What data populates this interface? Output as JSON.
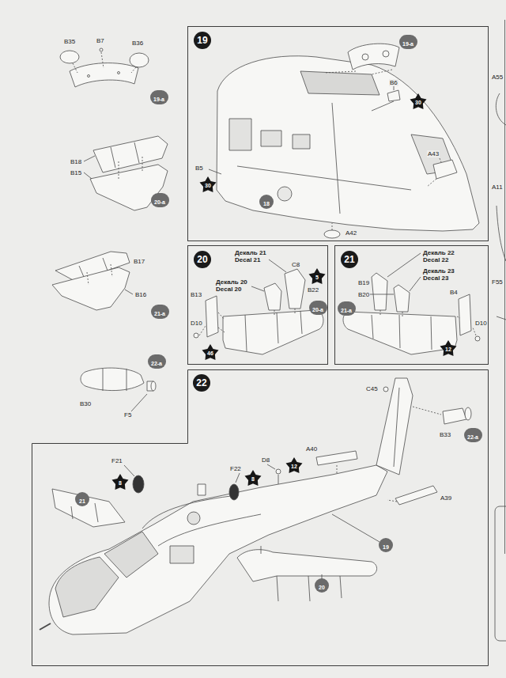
{
  "diagram": {
    "nodes": [
      {
        "text": [
          "19-a"
        ]
      },
      {
        "text": [
          "20-a"
        ]
      },
      {
        "text": [
          "21-a"
        ]
      },
      {
        "text": [
          "22-a"
        ]
      },
      {
        "text": [
          "19"
        ]
      },
      {
        "text": [
          "19-a"
        ],
        "in": 4
      },
      {
        "text": [
          "30"
        ],
        "in": 4
      },
      {
        "text": [
          "30"
        ],
        "in": 4
      },
      {
        "text": [
          "18"
        ],
        "in": 4
      },
      {
        "text": [
          "20"
        ]
      },
      {
        "text": [
          "5"
        ],
        "in": 9
      },
      {
        "text": [
          "20-a"
        ],
        "in": 9
      },
      {
        "text": [
          "46"
        ],
        "in": 9
      },
      {
        "text": [
          "21"
        ]
      },
      {
        "text": [
          "21-a"
        ],
        "in": 13
      },
      {
        "text": [
          "12"
        ],
        "in": 13
      },
      {
        "text": [
          "22"
        ]
      },
      {
        "text": [
          "22-a"
        ],
        "in": 16
      },
      {
        "text": [
          "12"
        ],
        "in": 16
      },
      {
        "text": [
          "8"
        ],
        "in": 16
      },
      {
        "text": [
          "8"
        ],
        "in": 16
      },
      {
        "text": [
          "21"
        ],
        "in": 16
      },
      {
        "text": [
          "19"
        ],
        "in": 16
      },
      {
        "text": [
          "20"
        ],
        "in": 16
      }
    ],
    "labels": [
      "B35",
      "B7",
      "B36",
      "B18",
      "B15",
      "B17",
      "B16",
      "B30",
      "F5",
      "B6",
      "A43",
      "B5",
      "A42",
      "Декаль 21",
      "Decal 21",
      "C8",
      "Декаль 20",
      "Decal 20",
      "B22",
      "B13",
      "D10",
      "Декаль 22",
      "Decal 22",
      "B19",
      "Декаль 23",
      "Decal 23",
      "B20",
      "B4",
      "D10",
      "C45",
      "B33",
      "A40",
      "D8",
      "F21",
      "F22",
      "A39",
      "A55",
      "A11",
      "F55"
    ]
  }
}
